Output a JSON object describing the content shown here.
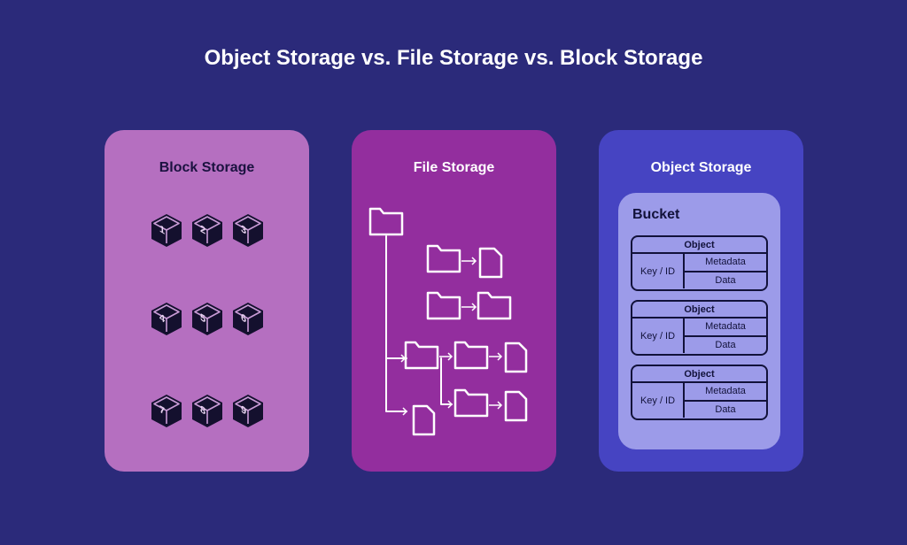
{
  "title": "Object Storage vs. File Storage vs. Block Storage",
  "colors": {
    "background": "#2b2a7a",
    "block_card": "#b56fc0",
    "file_card": "#932e9e",
    "object_card": "#4644c2",
    "bucket": "#9c9be9"
  },
  "block": {
    "title": "Block Storage",
    "blocks": [
      "1",
      "2",
      "3",
      "4",
      "5",
      "6",
      "7",
      "8",
      "9"
    ]
  },
  "file": {
    "title": "File Storage",
    "icons": [
      "folder-icon",
      "file-icon",
      "arrow-icon"
    ]
  },
  "object": {
    "title": "Object Storage",
    "bucket_label": "Bucket",
    "objects": [
      {
        "header": "Object",
        "key": "Key / ID",
        "metadata": "Metadata",
        "data": "Data"
      },
      {
        "header": "Object",
        "key": "Key / ID",
        "metadata": "Metadata",
        "data": "Data"
      },
      {
        "header": "Object",
        "key": "Key / ID",
        "metadata": "Metadata",
        "data": "Data"
      }
    ]
  }
}
